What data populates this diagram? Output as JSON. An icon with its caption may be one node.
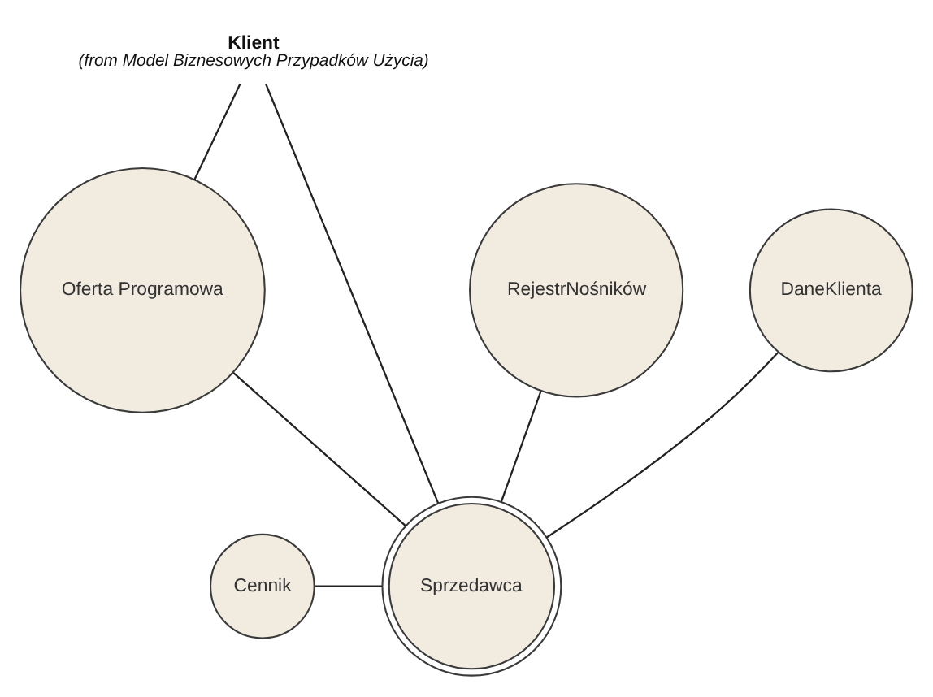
{
  "diagram": {
    "nodes": [
      {
        "text": [
          "Klient"
        ],
        "beside": [
          "(from Model Biznesowych Przypadków Użycia)"
        ]
      },
      {
        "text": [
          "DaneKlienta"
        ]
      },
      {
        "text": [
          "RejestrNośników"
        ]
      },
      {
        "text": [
          "Oferta Programowa"
        ]
      },
      {
        "text": [
          "Sprzedawca"
        ]
      },
      {
        "text": [
          "Cennik"
        ]
      }
    ],
    "edges": [
      {
        "from": 0,
        "to": 3,
        "arrow": "none"
      },
      {
        "from": 0,
        "to": 4,
        "arrow": "none"
      },
      {
        "from": 2,
        "to": 4,
        "arrow": "none"
      },
      {
        "from": 1,
        "to": 4,
        "arrow": "none"
      },
      {
        "from": 3,
        "to": 4,
        "arrow": "none"
      },
      {
        "from": 5,
        "to": 4,
        "arrow": "none"
      }
    ]
  }
}
